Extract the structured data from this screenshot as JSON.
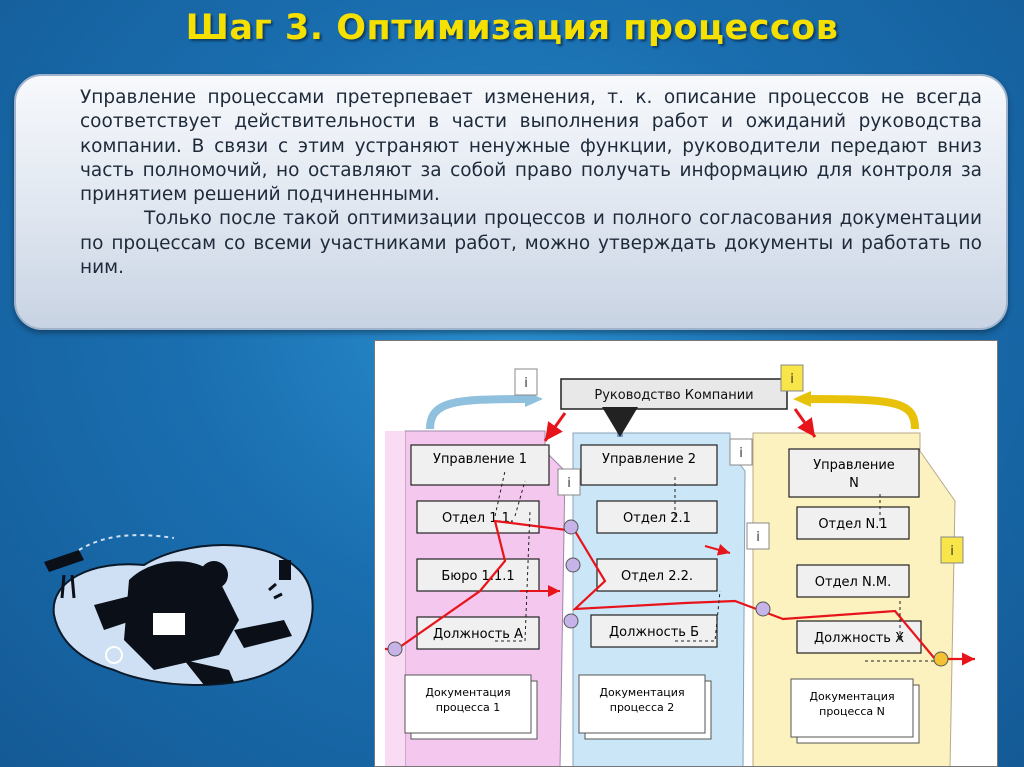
{
  "title": "Шаг 3. Оптимизация процессов",
  "paragraphs": [
    "Управление процессами претерпевает изменения, т. к. описание процессов не всегда соответствует действительности в части выполнения работ и  ожиданий руководства компании. В связи с этим устраняют ненужные функции, руководители передают вниз часть полномочий, но оставляют за собой право получать информацию для контроля за принятием решений подчиненными.",
    "Только после такой оптимизации процессов и полного согласования документации по процессам со всеми участниками работ, можно утверждать документы и работать по ним."
  ],
  "diagram": {
    "top": "Руководство Компании",
    "info_label": "i",
    "columns": [
      {
        "header": "Управление 1",
        "dept": "Отдел 1.1.",
        "bureau": "Бюро 1.1.1",
        "position": "Должность А",
        "doc_line1": "Документация",
        "doc_line2": "процесса 1"
      },
      {
        "header": "Управление 2",
        "dept": "Отдел 2.1",
        "bureau": "Отдел 2.2.",
        "position": "Должность Б",
        "doc_line1": "Документация",
        "doc_line2": "процесса 2"
      },
      {
        "header_line1": "Управление",
        "header_line2": "N",
        "dept": "Отдел N.1",
        "bureau": "Отдел N.M.",
        "position": "Должность X",
        "doc_line1": "Документация",
        "doc_line2": "процесса N"
      }
    ]
  },
  "colors": {
    "title": "#f5e000",
    "background": "#1a6fb0",
    "arrow": "#e8141c",
    "col1": "#f4c8ee",
    "col2": "#cbe6f7",
    "col3": "#fbf2bf"
  }
}
